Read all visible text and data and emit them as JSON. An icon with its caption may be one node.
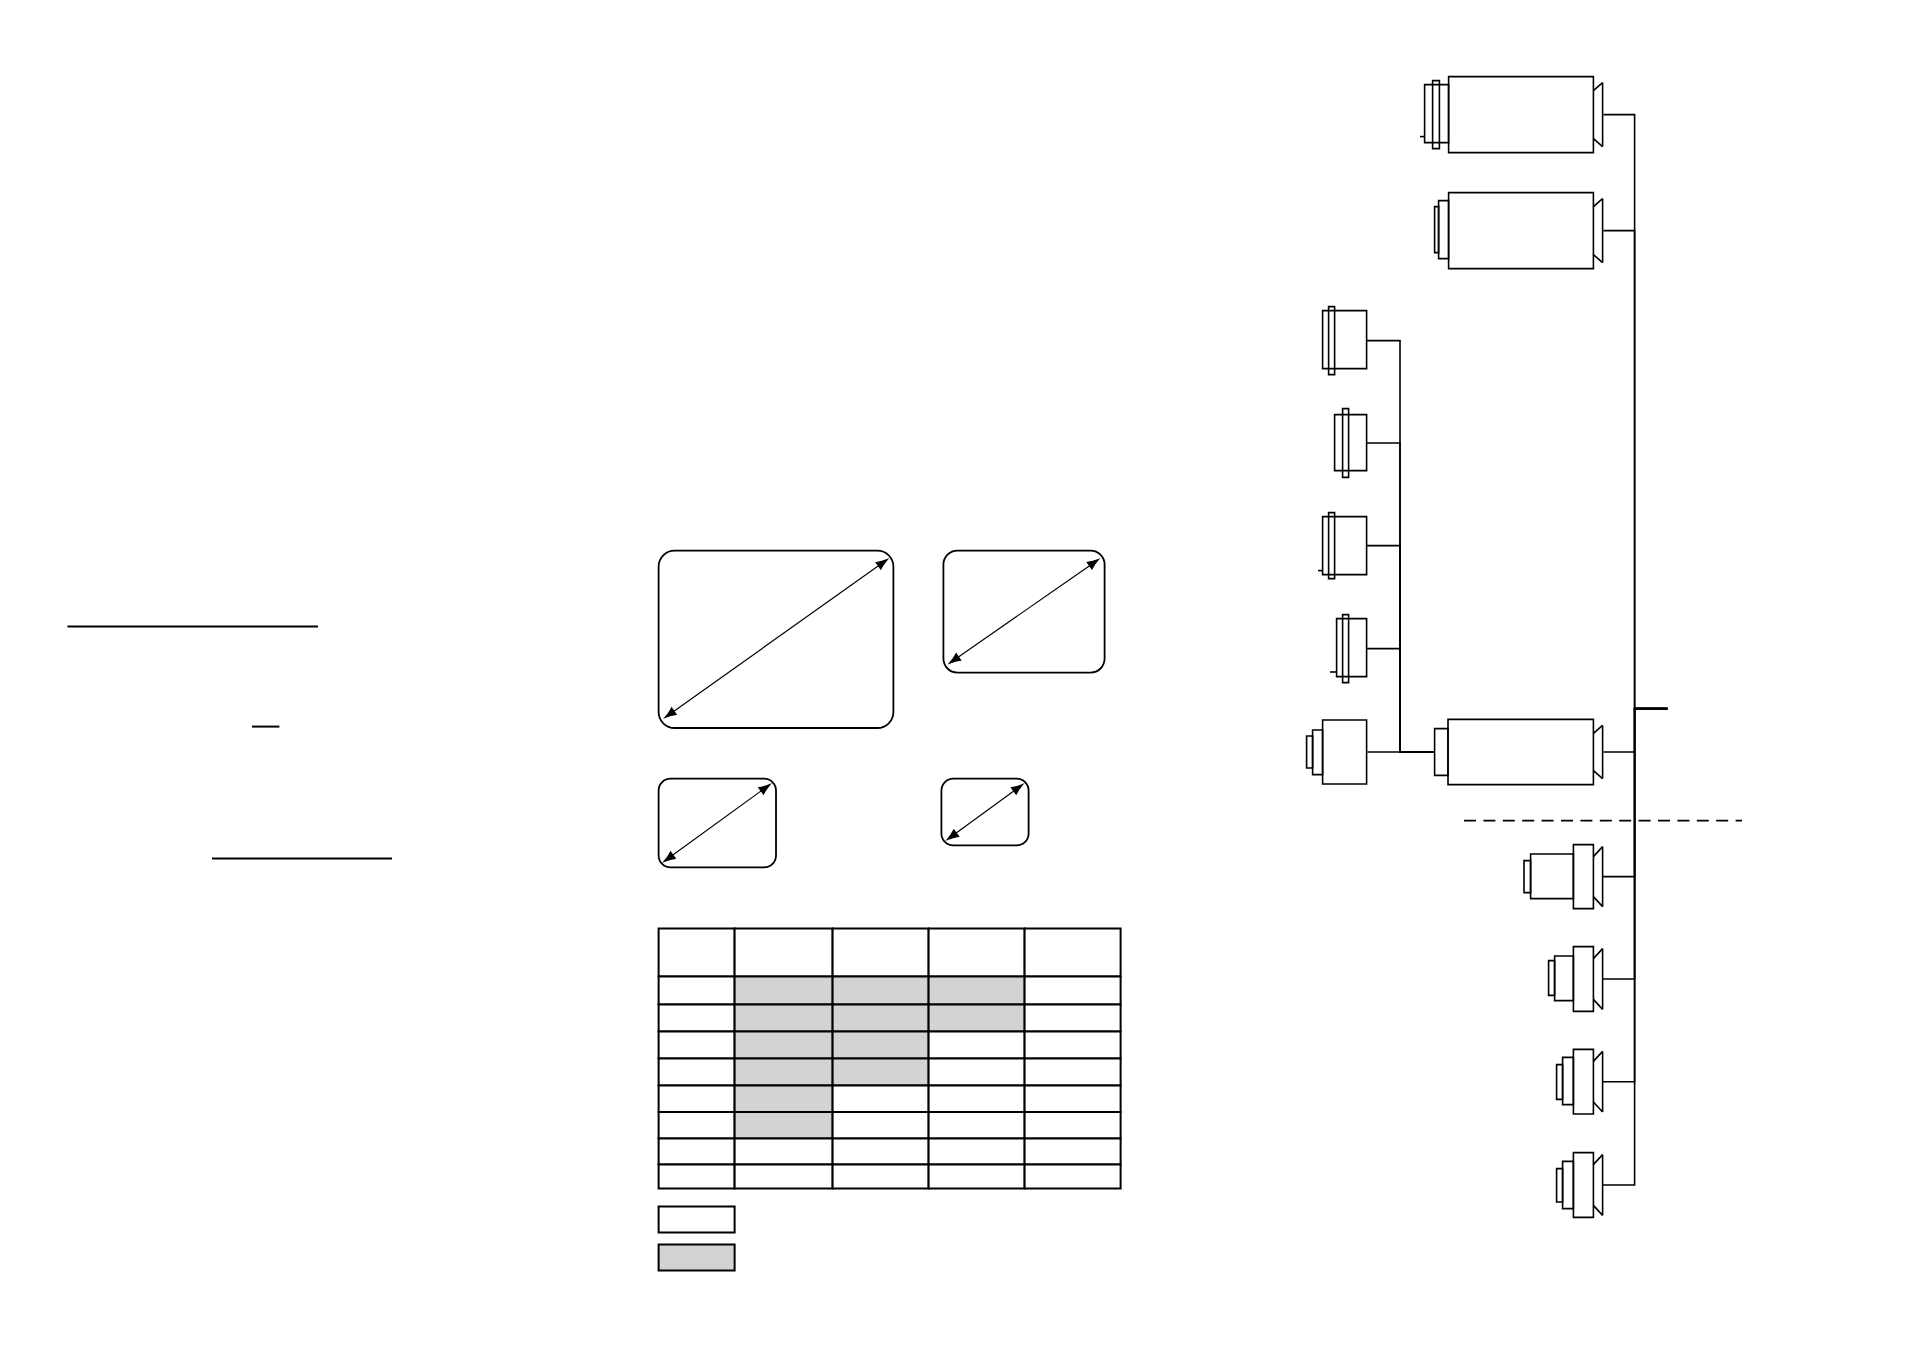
{
  "diagram": {
    "nodes": [
      {
        "text": [],
        "shape": "box"
      },
      {
        "text": [],
        "shape": "box"
      },
      {
        "text": [],
        "shape": "picture"
      },
      {
        "text": [],
        "shape": "picture"
      },
      {
        "text": [],
        "shape": "picture"
      },
      {
        "text": [],
        "shape": "picture"
      },
      {
        "text": [],
        "shape": "box"
      },
      {
        "text": [],
        "shape": "box"
      },
      {
        "text": [],
        "shape": "picture"
      },
      {
        "text": [],
        "shape": "picture"
      },
      {
        "text": [],
        "shape": "picture"
      },
      {
        "text": [],
        "shape": "picture"
      }
    ],
    "edges": [
      {
        "from": 0,
        "to": null,
        "arrow": "none"
      },
      {
        "from": 1,
        "to": null,
        "arrow": "none"
      },
      {
        "from": 2,
        "to": 7,
        "arrow": "none"
      },
      {
        "from": 3,
        "to": 7,
        "arrow": "none"
      },
      {
        "from": 4,
        "to": 7,
        "arrow": "none"
      },
      {
        "from": 5,
        "to": 7,
        "arrow": "none"
      },
      {
        "from": 6,
        "to": 7,
        "arrow": "none"
      },
      {
        "from": 7,
        "to": null,
        "arrow": "none"
      },
      {
        "from": 8,
        "to": null,
        "arrow": "none"
      },
      {
        "from": 9,
        "to": null,
        "arrow": "none"
      },
      {
        "from": 10,
        "to": null,
        "arrow": "none"
      },
      {
        "from": 11,
        "to": null,
        "arrow": "none"
      }
    ]
  }
}
